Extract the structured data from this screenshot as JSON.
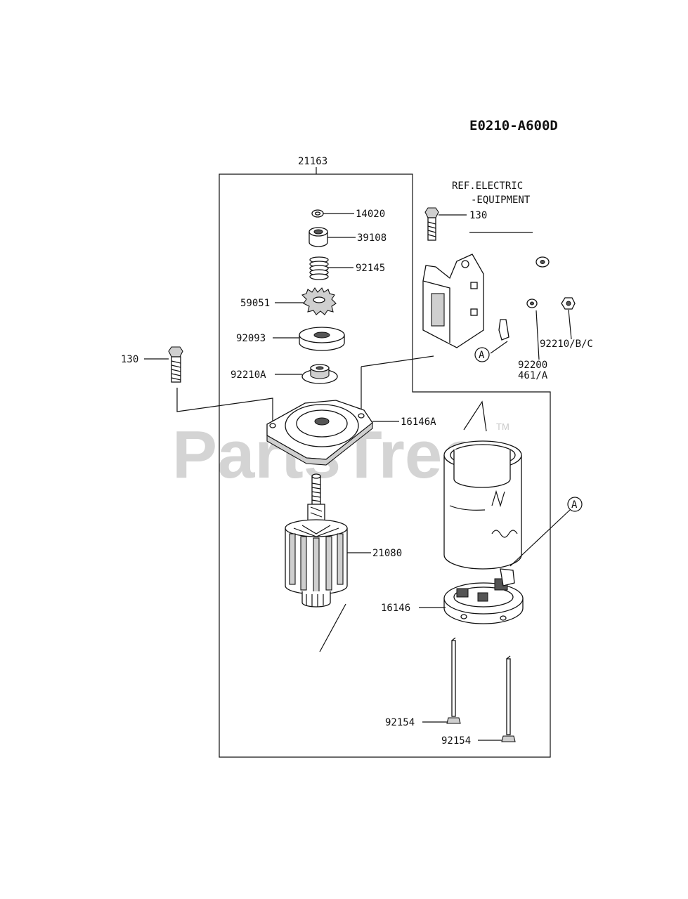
{
  "diagram_code": "E0210-A600D",
  "reference_note": {
    "line1": "REF.ELECTRIC",
    "line2": "-EQUIPMENT"
  },
  "watermark": {
    "text": "PartsTree",
    "tm": "TM"
  },
  "callout_letter": "A",
  "parts": {
    "p21163": "21163",
    "p14020": "14020",
    "p39108": "39108",
    "p92145": "92145",
    "p59051": "59051",
    "p92093": "92093",
    "p92210a": "92210A",
    "p130_left": "130",
    "p130_right": "130",
    "p16146a": "16146A",
    "p21080": "21080",
    "p16146": "16146",
    "p92154_a": "92154",
    "p92154_b": "92154",
    "p92210bc": "92210/B/C",
    "p92200": "92200",
    "p461a": "461/A"
  }
}
